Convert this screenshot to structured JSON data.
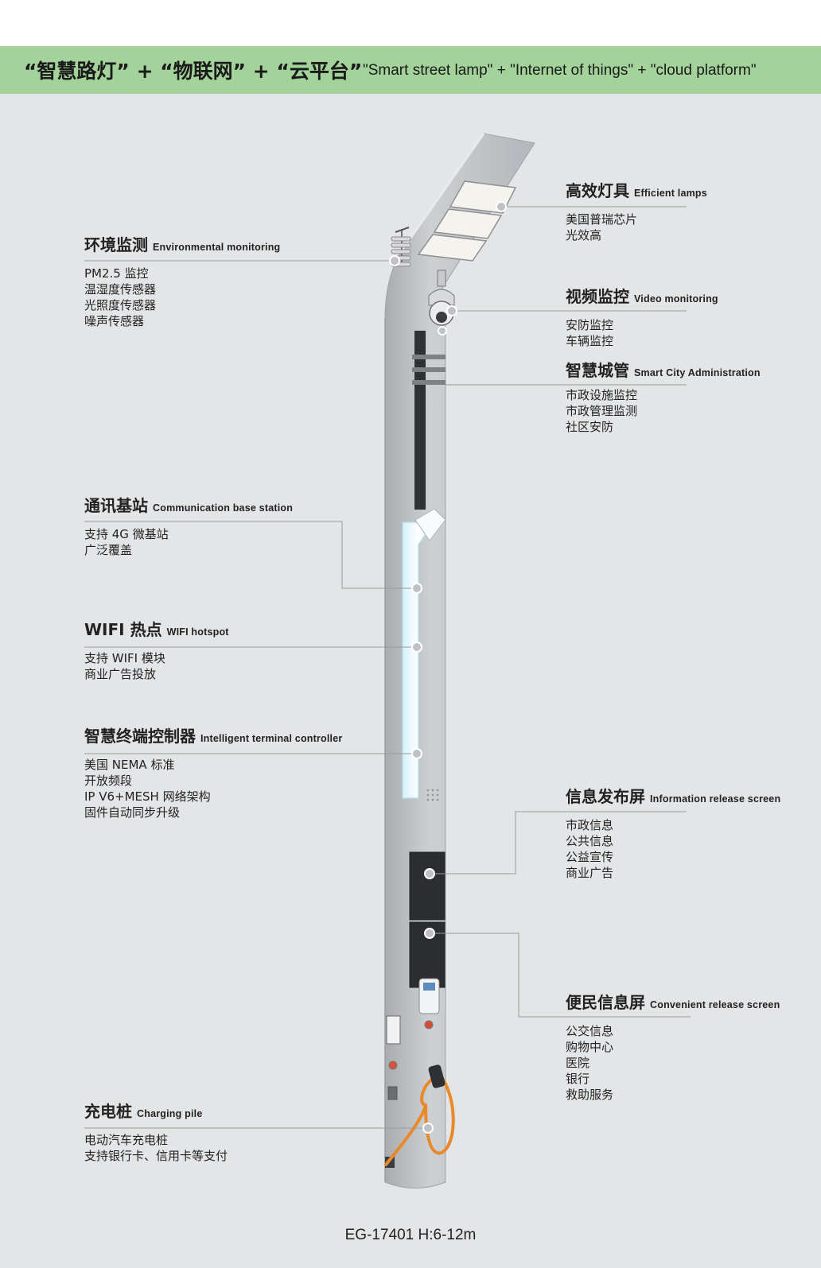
{
  "header": {
    "title_cn": "“智慧路灯” + “物联网” + “云平台”",
    "title_en": "\"Smart street lamp\" + \"Internet of things\" + \"cloud platform\""
  },
  "labels": {
    "efficient_lamps": {
      "title_cn": "高效灯具",
      "title_en": "Efficient lamps",
      "items": [
        "美国普瑞芯片",
        "光效高"
      ]
    },
    "environmental": {
      "title_cn": "环境监测",
      "title_en": "Environmental monitoring",
      "items": [
        "PM2.5 监控",
        "温湿度传感器",
        "光照度传感器",
        "噪声传感器"
      ]
    },
    "video": {
      "title_cn": "视频监控",
      "title_en": "Video monitoring",
      "items": [
        "安防监控",
        "车辆监控"
      ]
    },
    "smart_city": {
      "title_cn": "智慧城管",
      "title_en": "Smart City Administration",
      "items": [
        "市政设施监控",
        "市政管理监测",
        "社区安防"
      ]
    },
    "base_station": {
      "title_cn": "通讯基站",
      "title_en": "Communication base station",
      "items": [
        "支持 4G 微基站",
        "广泛覆盖"
      ]
    },
    "wifi": {
      "title_cn": "WIFI 热点",
      "title_en": "WIFI hotspot",
      "items": [
        "支持 WIFI 模块",
        "商业广告投放"
      ]
    },
    "terminal": {
      "title_cn": "智慧终端控制器",
      "title_en": "Intelligent terminal controller",
      "items": [
        "美国 NEMA 标准",
        "开放频段",
        "IP V6+MESH 网络架构",
        "固件自动同步升级"
      ]
    },
    "info_screen": {
      "title_cn": "信息发布屏",
      "title_en": "Information release screen",
      "items": [
        "市政信息",
        "公共信息",
        "公益宣传",
        "商业广告"
      ]
    },
    "convenient_screen": {
      "title_cn": "便民信息屏",
      "title_en": "Convenient release screen",
      "items": [
        "公交信息",
        "购物中心",
        "医院",
        "银行",
        "救助服务"
      ]
    },
    "charging": {
      "title_cn": "充电桩",
      "title_en": "Charging pile",
      "items": [
        "电动汽车充电桩",
        "支持银行卡、信用卡等支付"
      ]
    }
  },
  "model": "EG-17401    H:6-12m",
  "colors": {
    "banner": "#a3d39a",
    "background": "#e4e5e7",
    "pole": "#bdbfc3",
    "cable": "#e8892a",
    "leader": "#9a9a9a"
  }
}
